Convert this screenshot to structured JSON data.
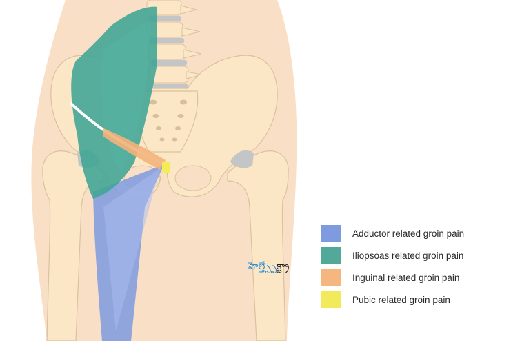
{
  "colors": {
    "skin": "#f9dfc6",
    "bone": "#fbe6c6",
    "bone_outline": "#d9c29c",
    "cartilage": "#c3c5c7",
    "adductor": "#7f9be0",
    "iliopsoas": "#3fa595",
    "inguinal": "#f3b27a",
    "pubic": "#f4ec57"
  },
  "legend": [
    {
      "label": "Adductor related groin pain",
      "color": "#7f9be0"
    },
    {
      "label": "Iliopsoas related groin pain",
      "color": "#52a999"
    },
    {
      "label": "Inguinal related groin pain",
      "color": "#f6b67f"
    },
    {
      "label": "Pubic related groin pain",
      "color": "#f3ea5b"
    }
  ],
  "watermark": {
    "part1": "హెల్త్",
    "part2": "స్పేక్ట్రా"
  }
}
